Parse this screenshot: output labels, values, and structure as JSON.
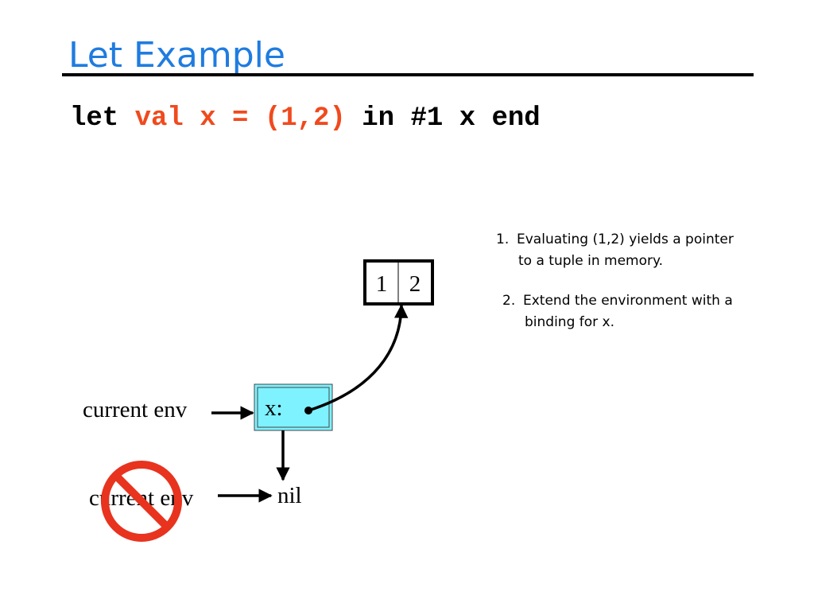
{
  "slide": {
    "title": "Let Example",
    "code": {
      "keyword_let": "let ",
      "binding": "val x = (1,2)",
      "rest": " in #1 x end"
    },
    "notes": [
      {
        "number": "1.",
        "line1": "Evaluating (1,2) yields a pointer",
        "line2": "to a tuple in memory."
      },
      {
        "number": "2.",
        "line1": "Extend the environment with a",
        "line2": "binding for x."
      }
    ]
  },
  "diagram": {
    "tuple_cells": [
      "1",
      "2"
    ],
    "env_frame_label": "x:",
    "env_frame_color": "#7ef2ff",
    "current_env_label": "current env",
    "old_env_label": "current env",
    "nil_label": "nil",
    "prohibition_color": "#e8331f"
  }
}
